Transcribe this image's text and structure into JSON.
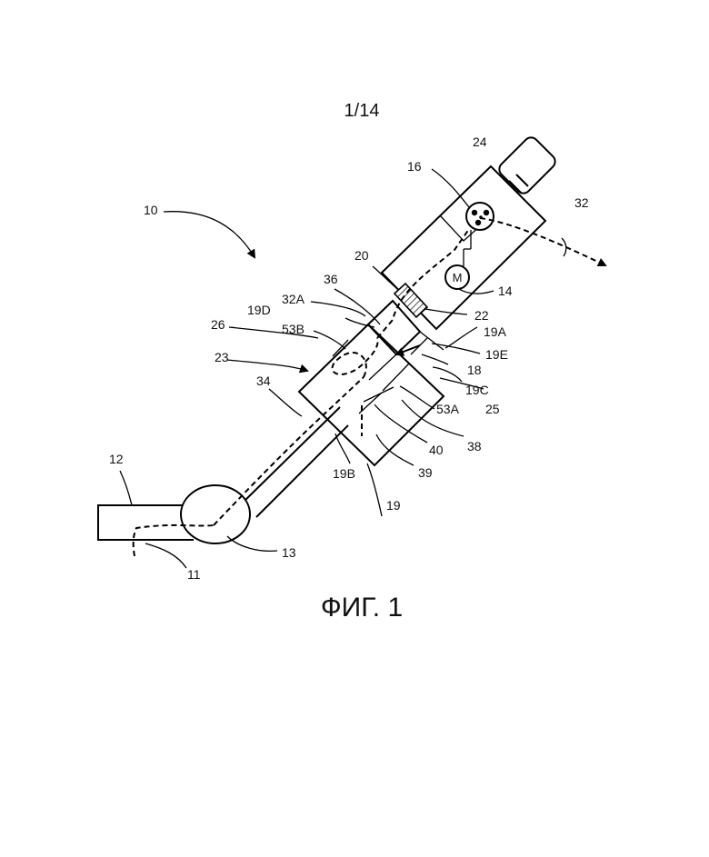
{
  "page": {
    "number": "1/14",
    "caption": "ФИГ. 1"
  },
  "labels": {
    "l10": "10",
    "l11": "11",
    "l12": "12",
    "l13": "13",
    "l14": "14",
    "l16": "16",
    "l18": "18",
    "l19": "19",
    "l19A": "19A",
    "l19B": "19B",
    "l19C": "19C",
    "l19D": "19D",
    "l19E": "19E",
    "l20": "20",
    "l22": "22",
    "l23": "23",
    "l24": "24",
    "l25": "25",
    "l26": "26",
    "l32": "32",
    "l32A": "32A",
    "l34": "34",
    "l36": "36",
    "l38": "38",
    "l39": "39",
    "l40": "40",
    "l53A": "53A",
    "l53B": "53B"
  },
  "motor_symbol": "M"
}
